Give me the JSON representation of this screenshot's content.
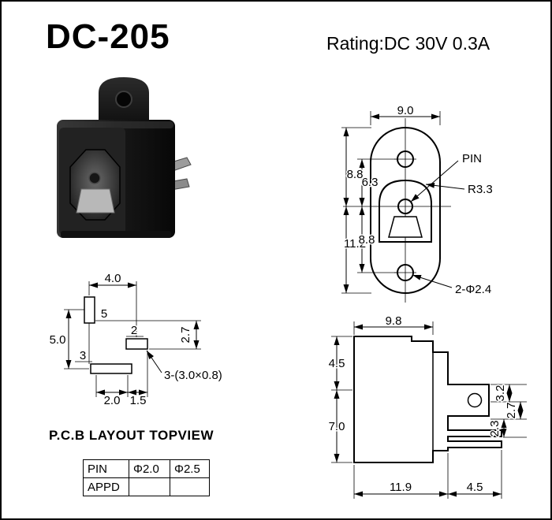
{
  "header": {
    "title": "DC-205",
    "rating": "Rating:DC 30V 0.3A"
  },
  "front_view": {
    "dim_width": "9.0",
    "dim_left_top": "8.8",
    "dim_inner_top": "6.3",
    "dim_left_bottom": "11.2",
    "dim_inner_bottom": "8.8",
    "label_pin": "PIN",
    "label_radius": "R3.3",
    "label_holes": "2-Φ2.4"
  },
  "pcb_layout": {
    "title": "P.C.B LAYOUT TOPVIEW",
    "dim_top": "4.0",
    "pad_top_num": "5",
    "dim_left": "5.0",
    "pad_mid_num": "2",
    "dim_right": "2.7",
    "pad_bottom_num": "3",
    "dim_bottom_a": "2.0",
    "dim_bottom_b": "1.5",
    "pads_note": "3-(3.0×0.8)"
  },
  "spec_table": {
    "rows": [
      {
        "c1": "PIN",
        "c2": "Φ2.0",
        "c3": "Φ2.5"
      },
      {
        "c1": "APPD",
        "c2": "",
        "c3": ""
      }
    ]
  },
  "side_view": {
    "dim_top": "9.8",
    "dim_left_top": "4.5",
    "dim_left_bottom": "7.0",
    "dim_right_a": "3.2",
    "dim_right_b": "2.7",
    "dim_right_c": "2.3",
    "dim_bottom_a": "11.9",
    "dim_bottom_b": "4.5"
  }
}
